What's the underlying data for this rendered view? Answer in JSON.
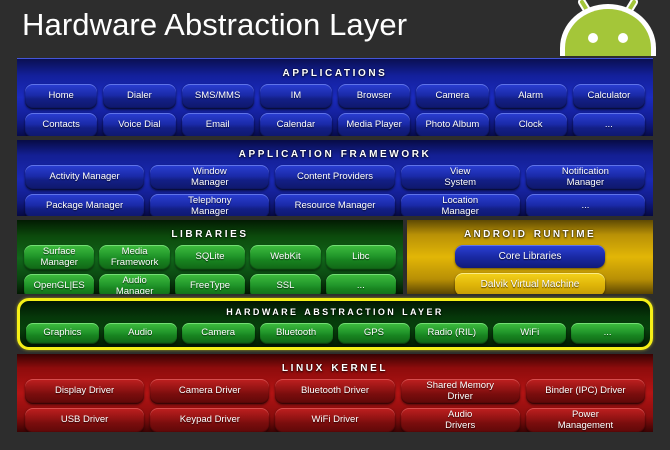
{
  "slide": {
    "title": "Hardware Abstraction Layer",
    "logo_icon": "android-robot-head-icon"
  },
  "colors": {
    "title_bar_bg": "#2d2d2d",
    "applications": "#1b2bbe",
    "application_framework": "#1a29b5",
    "libraries": "#11661a",
    "android_runtime": "#e2b606",
    "hal_highlight_border": "#f5ef17",
    "linux_kernel": "#b31414",
    "android_green": "#a4c639"
  },
  "layers": {
    "applications": {
      "title": "Applications",
      "row1": [
        "Home",
        "Dialer",
        "SMS/MMS",
        "IM",
        "Browser",
        "Camera",
        "Alarm",
        "Calculator"
      ],
      "row2": [
        "Contacts",
        "Voice Dial",
        "Email",
        "Calendar",
        "Media Player",
        "Photo Album",
        "Clock",
        "..."
      ]
    },
    "application_framework": {
      "title": "Application Framework",
      "row1": [
        "Activity Manager",
        "Window\nManager",
        "Content Providers",
        "View\nSystem",
        "Notification\nManager"
      ],
      "row2": [
        "Package Manager",
        "Telephony\nManager",
        "Resource Manager",
        "Location\nManager",
        "..."
      ]
    },
    "libraries": {
      "title": "Libraries",
      "row1": [
        "Surface\nManager",
        "Media\nFramework",
        "SQLite",
        "WebKit",
        "Libc"
      ],
      "row2": [
        "OpenGL|ES",
        "Audio\nManager",
        "FreeType",
        "SSL",
        "..."
      ]
    },
    "android_runtime": {
      "title": "Android Runtime",
      "core_libraries": "Core Libraries",
      "dalvik": "Dalvik Virtual Machine"
    },
    "hardware_abstraction_layer": {
      "title": "Hardware Abstraction Layer",
      "highlighted": true,
      "items": [
        "Graphics",
        "Audio",
        "Camera",
        "Bluetooth",
        "GPS",
        "Radio (RIL)",
        "WiFi",
        "..."
      ]
    },
    "linux_kernel": {
      "title": "Linux Kernel",
      "row1": [
        "Display Driver",
        "Camera Driver",
        "Bluetooth Driver",
        "Shared Memory\nDriver",
        "Binder (IPC) Driver"
      ],
      "row2": [
        "USB Driver",
        "Keypad Driver",
        "WiFi Driver",
        "Audio\nDrivers",
        "Power\nManagement"
      ]
    }
  }
}
